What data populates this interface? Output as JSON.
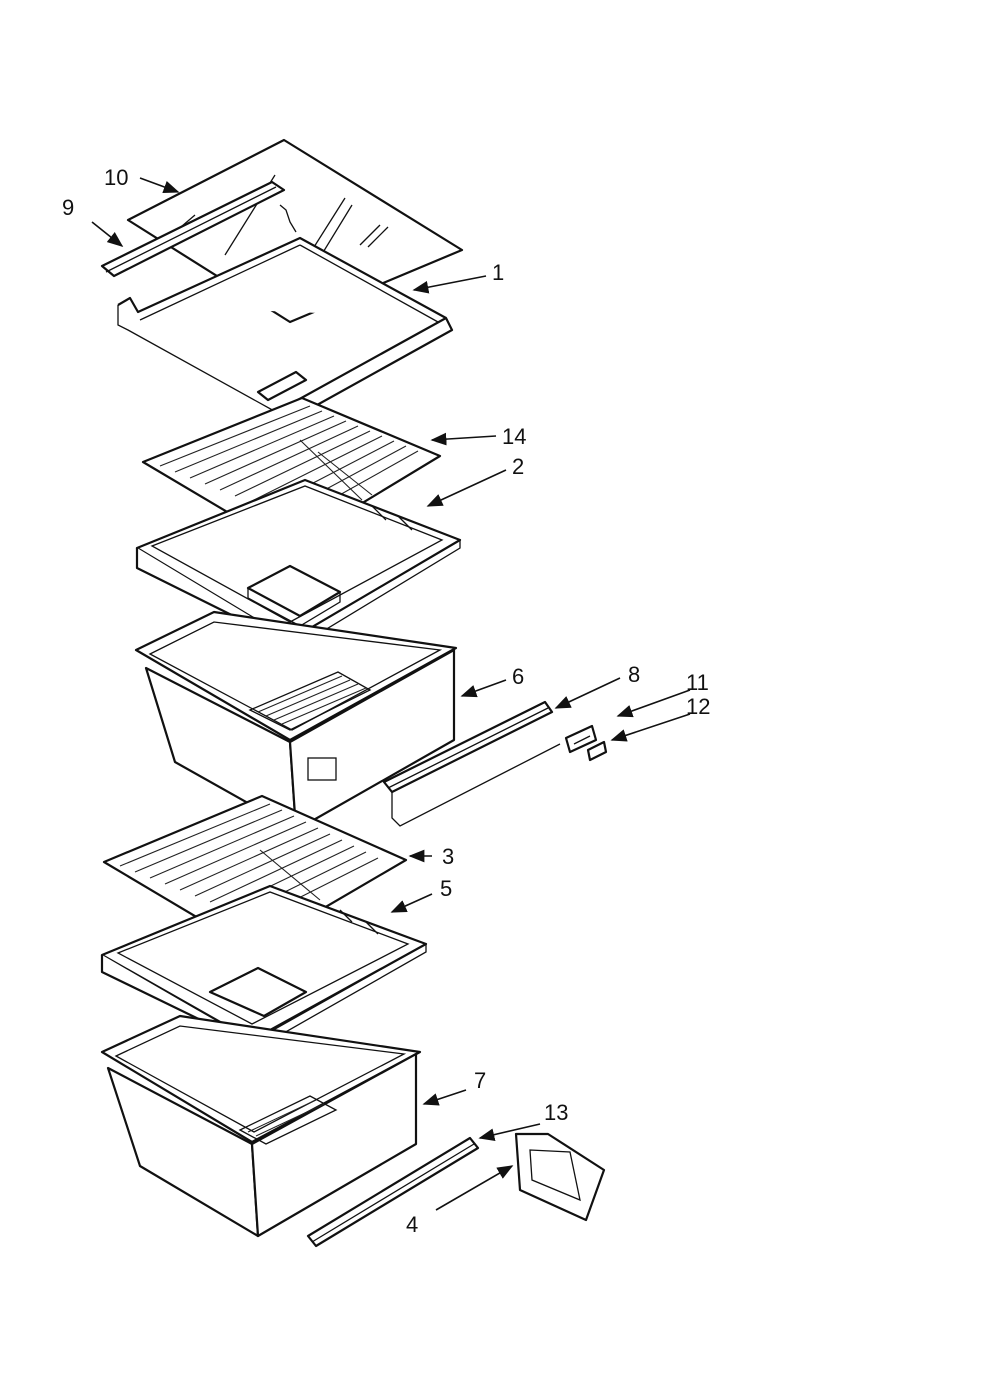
{
  "diagram": {
    "callouts": [
      {
        "id": "c1",
        "text": "1"
      },
      {
        "id": "c2",
        "text": "2"
      },
      {
        "id": "c3",
        "text": "3"
      },
      {
        "id": "c4",
        "text": "4"
      },
      {
        "id": "c5",
        "text": "5"
      },
      {
        "id": "c6",
        "text": "6"
      },
      {
        "id": "c7",
        "text": "7"
      },
      {
        "id": "c8",
        "text": "8"
      },
      {
        "id": "c9",
        "text": "9"
      },
      {
        "id": "c10",
        "text": "10"
      },
      {
        "id": "c11",
        "text": "11"
      },
      {
        "id": "c12",
        "text": "12"
      },
      {
        "id": "c13",
        "text": "13"
      },
      {
        "id": "c14",
        "text": "14"
      }
    ],
    "line_color": "#111111",
    "background": "#ffffff"
  }
}
